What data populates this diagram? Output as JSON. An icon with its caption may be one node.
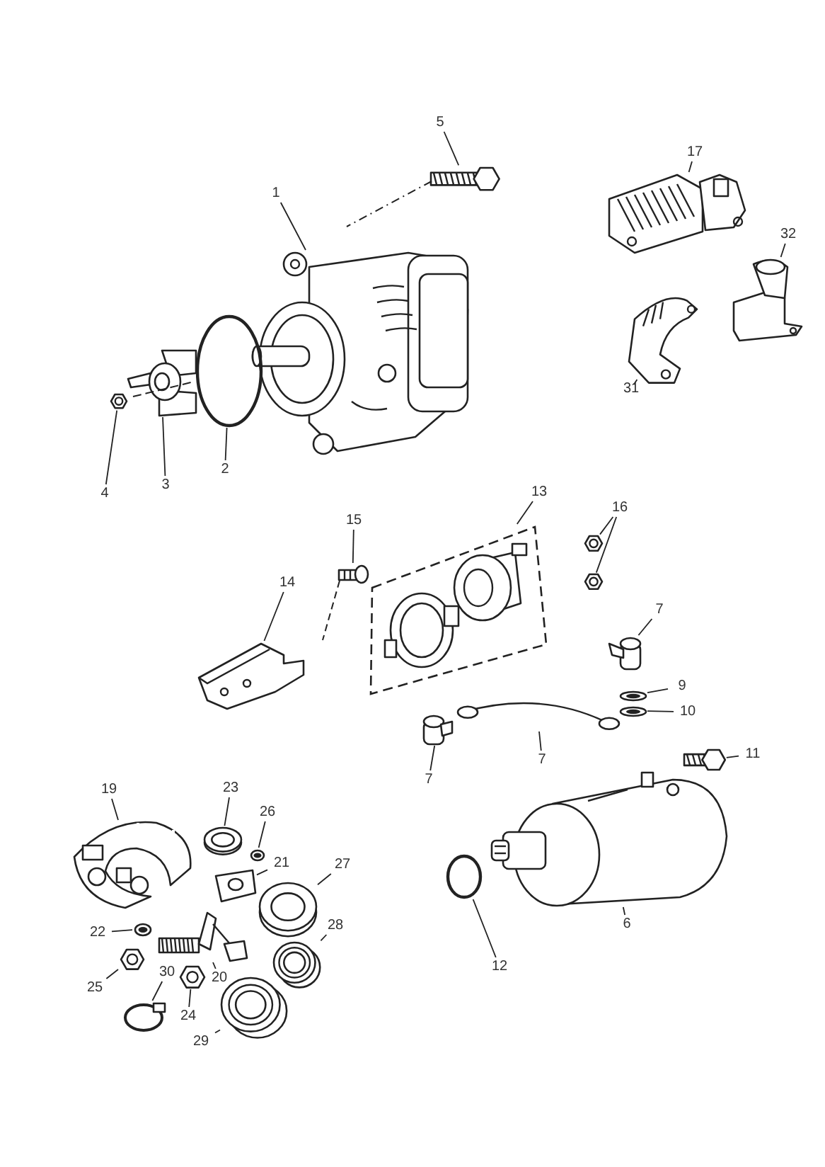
{
  "diagram": {
    "nodes": [
      {
        "text": [
          "5"
        ]
      },
      {
        "text": [
          "17"
        ]
      },
      {
        "text": [
          "1"
        ]
      },
      {
        "text": [
          "32"
        ]
      },
      {
        "text": [
          "31"
        ]
      },
      {
        "text": [
          "4"
        ]
      },
      {
        "text": [
          "3"
        ]
      },
      {
        "text": [
          "2"
        ]
      },
      {
        "text": [
          "13"
        ]
      },
      {
        "text": [
          "16"
        ]
      },
      {
        "text": [
          "15"
        ]
      },
      {
        "text": [
          "14"
        ]
      },
      {
        "text": [
          "7"
        ]
      },
      {
        "text": [
          "9"
        ]
      },
      {
        "text": [
          "10"
        ]
      },
      {
        "text": [
          "7"
        ]
      },
      {
        "text": [
          "7"
        ]
      },
      {
        "text": [
          "11"
        ]
      },
      {
        "text": [
          "19"
        ]
      },
      {
        "text": [
          "23"
        ]
      },
      {
        "text": [
          "26"
        ]
      },
      {
        "text": [
          "21"
        ]
      },
      {
        "text": [
          "27"
        ]
      },
      {
        "text": [
          "22"
        ]
      },
      {
        "text": [
          "28"
        ]
      },
      {
        "text": [
          "6"
        ]
      },
      {
        "text": [
          "20"
        ]
      },
      {
        "text": [
          "25"
        ]
      },
      {
        "text": [
          "30"
        ]
      },
      {
        "text": [
          "24"
        ]
      },
      {
        "text": [
          "12"
        ]
      },
      {
        "text": [
          "29"
        ]
      },
      {
        "text": [],
        "shape": "picture"
      },
      {
        "text": [],
        "shape": "picture"
      },
      {
        "text": [],
        "shape": "picture"
      },
      {
        "text": [],
        "shape": "picture"
      },
      {
        "text": [],
        "shape": "picture"
      },
      {
        "text": [],
        "shape": "picture"
      },
      {
        "text": [],
        "shape": "picture"
      },
      {
        "text": [],
        "shape": "circle"
      },
      {
        "text": [],
        "shape": "box"
      },
      {
        "text": [],
        "shape": "picture"
      },
      {
        "text": [],
        "shape": "picture"
      },
      {
        "text": [],
        "shape": "picture"
      },
      {
        "text": [],
        "shape": "picture"
      },
      {
        "text": [],
        "shape": "cylinder"
      },
      {
        "text": [],
        "shape": "picture"
      },
      {
        "text": [],
        "shape": "picture"
      },
      {
        "text": [],
        "shape": "picture"
      },
      {
        "text": [],
        "shape": "cylinder"
      },
      {
        "text": [],
        "shape": "picture"
      },
      {
        "text": [],
        "shape": "picture"
      },
      {
        "text": [],
        "shape": "picture"
      },
      {
        "text": [],
        "shape": "picture"
      },
      {
        "text": [],
        "shape": "picture"
      },
      {
        "text": [],
        "shape": "picture"
      },
      {
        "text": [],
        "shape": "picture"
      },
      {
        "text": [],
        "shape": "picture"
      },
      {
        "text": [],
        "shape": "picture"
      },
      {
        "text": [],
        "shape": "picture"
      },
      {
        "text": [],
        "shape": "picture"
      },
      {
        "text": [],
        "shape": "circle"
      },
      {
        "text": [],
        "shape": "picture"
      },
      {
        "text": [],
        "shape": "circle"
      },
      {
        "text": [],
        "shape": "picture"
      }
    ],
    "edges": [
      {
        "from": 0,
        "to": 32,
        "arrow": "none"
      },
      {
        "from": 1,
        "to": 33,
        "arrow": "none"
      },
      {
        "from": 2,
        "to": 34,
        "arrow": "none"
      },
      {
        "from": 3,
        "to": 35,
        "arrow": "none"
      },
      {
        "from": 4,
        "to": 36,
        "arrow": "none"
      },
      {
        "from": 5,
        "to": 37,
        "arrow": "none"
      },
      {
        "from": 6,
        "to": 38,
        "arrow": "none"
      },
      {
        "from": 7,
        "to": 39,
        "arrow": "none"
      },
      {
        "from": 8,
        "to": 40,
        "arrow": "none"
      },
      {
        "from": 9,
        "to": 41,
        "arrow": "none"
      },
      {
        "from": 9,
        "to": 42,
        "arrow": "none"
      },
      {
        "from": 10,
        "to": 43,
        "arrow": "none"
      },
      {
        "from": 11,
        "to": 44,
        "arrow": "none"
      },
      {
        "from": 12,
        "to": 45,
        "arrow": "none"
      },
      {
        "from": 13,
        "to": 46,
        "arrow": "none"
      },
      {
        "from": 14,
        "to": 47,
        "arrow": "none"
      },
      {
        "from": 15,
        "to": 48,
        "arrow": "none"
      },
      {
        "from": 16,
        "to": 49,
        "arrow": "none"
      },
      {
        "from": 17,
        "to": 50,
        "arrow": "none"
      },
      {
        "from": 18,
        "to": 51,
        "arrow": "none"
      },
      {
        "from": 19,
        "to": 52,
        "arrow": "none"
      },
      {
        "from": 20,
        "to": 53,
        "arrow": "none"
      },
      {
        "from": 21,
        "to": 54,
        "arrow": "none"
      },
      {
        "from": 22,
        "to": 55,
        "arrow": "none"
      },
      {
        "from": 23,
        "to": 56,
        "arrow": "none"
      },
      {
        "from": 24,
        "to": 57,
        "arrow": "none"
      },
      {
        "from": 25,
        "to": 58,
        "arrow": "none"
      },
      {
        "from": 26,
        "to": 59,
        "arrow": "none"
      },
      {
        "from": 27,
        "to": 60,
        "arrow": "none"
      },
      {
        "from": 28,
        "to": 61,
        "arrow": "none"
      },
      {
        "from": 29,
        "to": 62,
        "arrow": "none"
      },
      {
        "from": 30,
        "to": 63,
        "arrow": "none"
      },
      {
        "from": 31,
        "to": 64,
        "arrow": "none"
      }
    ]
  }
}
